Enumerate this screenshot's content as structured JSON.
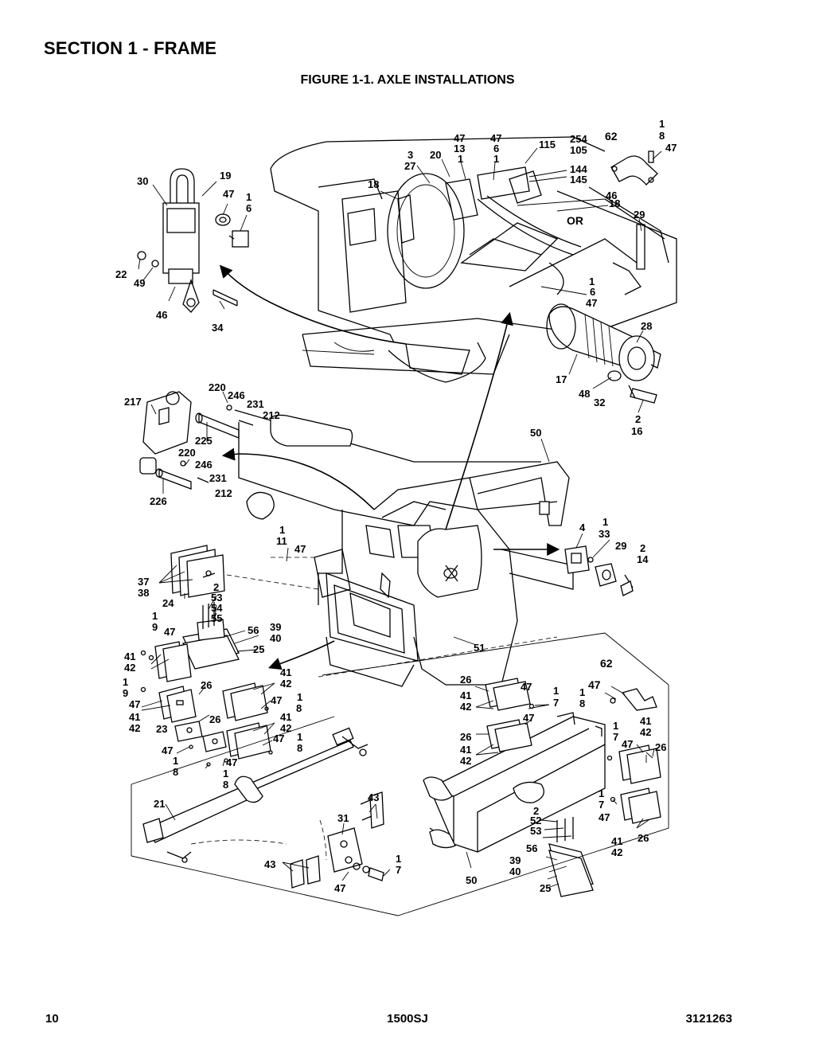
{
  "header": {
    "section_title": "SECTION 1 - FRAME",
    "figure_title": "FIGURE 1-1. AXLE INSTALLATIONS"
  },
  "footer": {
    "page_number": "10",
    "model": "1500SJ",
    "document_number": "3121263"
  },
  "callouts": [
    {
      "id": "c1",
      "text": "1"
    },
    {
      "id": "c2",
      "text": "8"
    },
    {
      "id": "c3",
      "text": "47"
    },
    {
      "id": "c4",
      "text": "62"
    },
    {
      "id": "c5",
      "text": "254"
    },
    {
      "id": "c6",
      "text": "105"
    },
    {
      "id": "c7",
      "text": "115"
    },
    {
      "id": "c8",
      "text": "144"
    },
    {
      "id": "c9",
      "text": "145"
    },
    {
      "id": "c10",
      "text": "47"
    },
    {
      "id": "c11",
      "text": "6"
    },
    {
      "id": "c12",
      "text": "1"
    },
    {
      "id": "c13",
      "text": "47"
    },
    {
      "id": "c14",
      "text": "13"
    },
    {
      "id": "c15",
      "text": "1"
    },
    {
      "id": "c16",
      "text": "20"
    },
    {
      "id": "c17",
      "text": "3"
    },
    {
      "id": "c18",
      "text": "27"
    },
    {
      "id": "c19",
      "text": "18"
    },
    {
      "id": "c20",
      "text": "46"
    },
    {
      "id": "c21",
      "text": "OR"
    },
    {
      "id": "c22",
      "text": "18"
    },
    {
      "id": "c23",
      "text": "29"
    },
    {
      "id": "c24",
      "text": "30"
    },
    {
      "id": "c25",
      "text": "19"
    },
    {
      "id": "c26",
      "text": "47"
    },
    {
      "id": "c27",
      "text": "1"
    },
    {
      "id": "c28",
      "text": "6"
    },
    {
      "id": "c29",
      "text": "22"
    },
    {
      "id": "c30",
      "text": "49"
    },
    {
      "id": "c31",
      "text": "46"
    },
    {
      "id": "c32",
      "text": "34"
    },
    {
      "id": "c33",
      "text": "1"
    },
    {
      "id": "c34",
      "text": "6"
    },
    {
      "id": "c35",
      "text": "47"
    },
    {
      "id": "c36",
      "text": "28"
    },
    {
      "id": "c37",
      "text": "17"
    },
    {
      "id": "c38",
      "text": "48"
    },
    {
      "id": "c39",
      "text": "32"
    },
    {
      "id": "c40",
      "text": "2"
    },
    {
      "id": "c41",
      "text": "16"
    },
    {
      "id": "c42",
      "text": "217"
    },
    {
      "id": "c43",
      "text": "220"
    },
    {
      "id": "c44",
      "text": "246"
    },
    {
      "id": "c45",
      "text": "231"
    },
    {
      "id": "c46",
      "text": "212"
    },
    {
      "id": "c47",
      "text": "225"
    },
    {
      "id": "c48",
      "text": "220"
    },
    {
      "id": "c49",
      "text": "246"
    },
    {
      "id": "c50",
      "text": "231"
    },
    {
      "id": "c51",
      "text": "212"
    },
    {
      "id": "c52",
      "text": "226"
    },
    {
      "id": "c53",
      "text": "50"
    },
    {
      "id": "c54",
      "text": "1"
    },
    {
      "id": "c55",
      "text": "11"
    },
    {
      "id": "c56",
      "text": "47"
    },
    {
      "id": "c57",
      "text": "4"
    },
    {
      "id": "c58",
      "text": "1"
    },
    {
      "id": "c59",
      "text": "33"
    },
    {
      "id": "c60",
      "text": "29"
    },
    {
      "id": "c61",
      "text": "2"
    },
    {
      "id": "c62",
      "text": "14"
    },
    {
      "id": "c63",
      "text": "37"
    },
    {
      "id": "c64",
      "text": "38"
    },
    {
      "id": "c65",
      "text": "24"
    },
    {
      "id": "c66",
      "text": "2"
    },
    {
      "id": "c67",
      "text": "53"
    },
    {
      "id": "c68",
      "text": "54"
    },
    {
      "id": "c69",
      "text": "55"
    },
    {
      "id": "c70",
      "text": "1"
    },
    {
      "id": "c71",
      "text": "9"
    },
    {
      "id": "c72",
      "text": "47"
    },
    {
      "id": "c73",
      "text": "56"
    },
    {
      "id": "c74",
      "text": "39"
    },
    {
      "id": "c75",
      "text": "40"
    },
    {
      "id": "c76",
      "text": "41"
    },
    {
      "id": "c77",
      "text": "42"
    },
    {
      "id": "c78",
      "text": "25"
    },
    {
      "id": "c79",
      "text": "51"
    },
    {
      "id": "c80",
      "text": "1"
    },
    {
      "id": "c81",
      "text": "9"
    },
    {
      "id": "c82",
      "text": "47"
    },
    {
      "id": "c83",
      "text": "26"
    },
    {
      "id": "c84",
      "text": "41"
    },
    {
      "id": "c85",
      "text": "42"
    },
    {
      "id": "c86",
      "text": "47"
    },
    {
      "id": "c87",
      "text": "1"
    },
    {
      "id": "c88",
      "text": "8"
    },
    {
      "id": "c89",
      "text": "41"
    },
    {
      "id": "c90",
      "text": "42"
    },
    {
      "id": "c91",
      "text": "26"
    },
    {
      "id": "c92",
      "text": "41"
    },
    {
      "id": "c93",
      "text": "42"
    },
    {
      "id": "c94",
      "text": "23"
    },
    {
      "id": "c95",
      "text": "47"
    },
    {
      "id": "c96",
      "text": "1"
    },
    {
      "id": "c97",
      "text": "8"
    },
    {
      "id": "c98",
      "text": "47"
    },
    {
      "id": "c99",
      "text": "1"
    },
    {
      "id": "c100",
      "text": "8"
    },
    {
      "id": "c101",
      "text": "47"
    },
    {
      "id": "c102",
      "text": "1"
    },
    {
      "id": "c103",
      "text": "8"
    },
    {
      "id": "c104",
      "text": "62"
    },
    {
      "id": "c105",
      "text": "26"
    },
    {
      "id": "c106",
      "text": "47"
    },
    {
      "id": "c107",
      "text": "1"
    },
    {
      "id": "c108",
      "text": "7"
    },
    {
      "id": "c109",
      "text": "41"
    },
    {
      "id": "c110",
      "text": "42"
    },
    {
      "id": "c111",
      "text": "47"
    },
    {
      "id": "c112",
      "text": "1"
    },
    {
      "id": "c113",
      "text": "8"
    },
    {
      "id": "c114",
      "text": "26"
    },
    {
      "id": "c115",
      "text": "47"
    },
    {
      "id": "c116",
      "text": "41"
    },
    {
      "id": "c117",
      "text": "42"
    },
    {
      "id": "c118",
      "text": "1"
    },
    {
      "id": "c119",
      "text": "7"
    },
    {
      "id": "c120",
      "text": "47"
    },
    {
      "id": "c121",
      "text": "41"
    },
    {
      "id": "c122",
      "text": "42"
    },
    {
      "id": "c123",
      "text": "26"
    },
    {
      "id": "c124",
      "text": "21"
    },
    {
      "id": "c125",
      "text": "43"
    },
    {
      "id": "c126",
      "text": "31"
    },
    {
      "id": "c127",
      "text": "1"
    },
    {
      "id": "c128",
      "text": "7"
    },
    {
      "id": "c129",
      "text": "47"
    },
    {
      "id": "c130",
      "text": "41"
    },
    {
      "id": "c131",
      "text": "42"
    },
    {
      "id": "c132",
      "text": "26"
    },
    {
      "id": "c133",
      "text": "2"
    },
    {
      "id": "c134",
      "text": "52"
    },
    {
      "id": "c135",
      "text": "53"
    },
    {
      "id": "c136",
      "text": "56"
    },
    {
      "id": "c137",
      "text": "39"
    },
    {
      "id": "c138",
      "text": "40"
    },
    {
      "id": "c139",
      "text": "25"
    },
    {
      "id": "c140",
      "text": "43"
    },
    {
      "id": "c141",
      "text": "1"
    },
    {
      "id": "c142",
      "text": "7"
    },
    {
      "id": "c143",
      "text": "47"
    },
    {
      "id": "c144",
      "text": "50"
    }
  ]
}
